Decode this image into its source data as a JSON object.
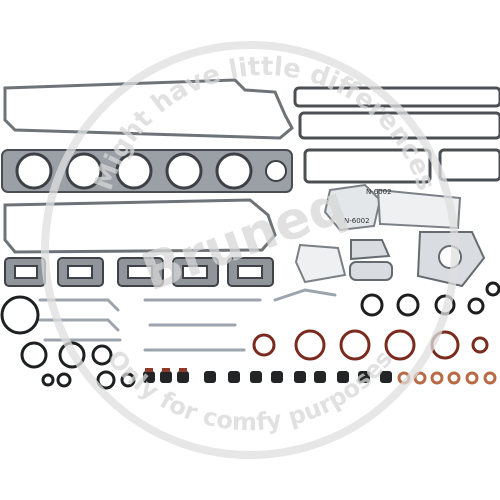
{
  "image": {
    "subject": "engine gasket kit",
    "background_color": "#ffffff",
    "colors": {
      "gasket_gray": "#8d9297",
      "gasket_dark": "#3f4347",
      "seal_black": "#1f1f1f",
      "oring_red": "#7a2a1e",
      "washer_copper": "#b86a45",
      "pipe_silver": "#c8cdd3",
      "paper_gasket": "#e8eaed",
      "watermark": "#d7d7d7"
    }
  },
  "watermark": {
    "line_top": "Might have little differences",
    "line_bottom": "Only for comfy purposes",
    "brand": "Bruneq"
  },
  "labels": {
    "gasket_code_1": "N-6002",
    "gasket_code_2": "N-6002"
  }
}
